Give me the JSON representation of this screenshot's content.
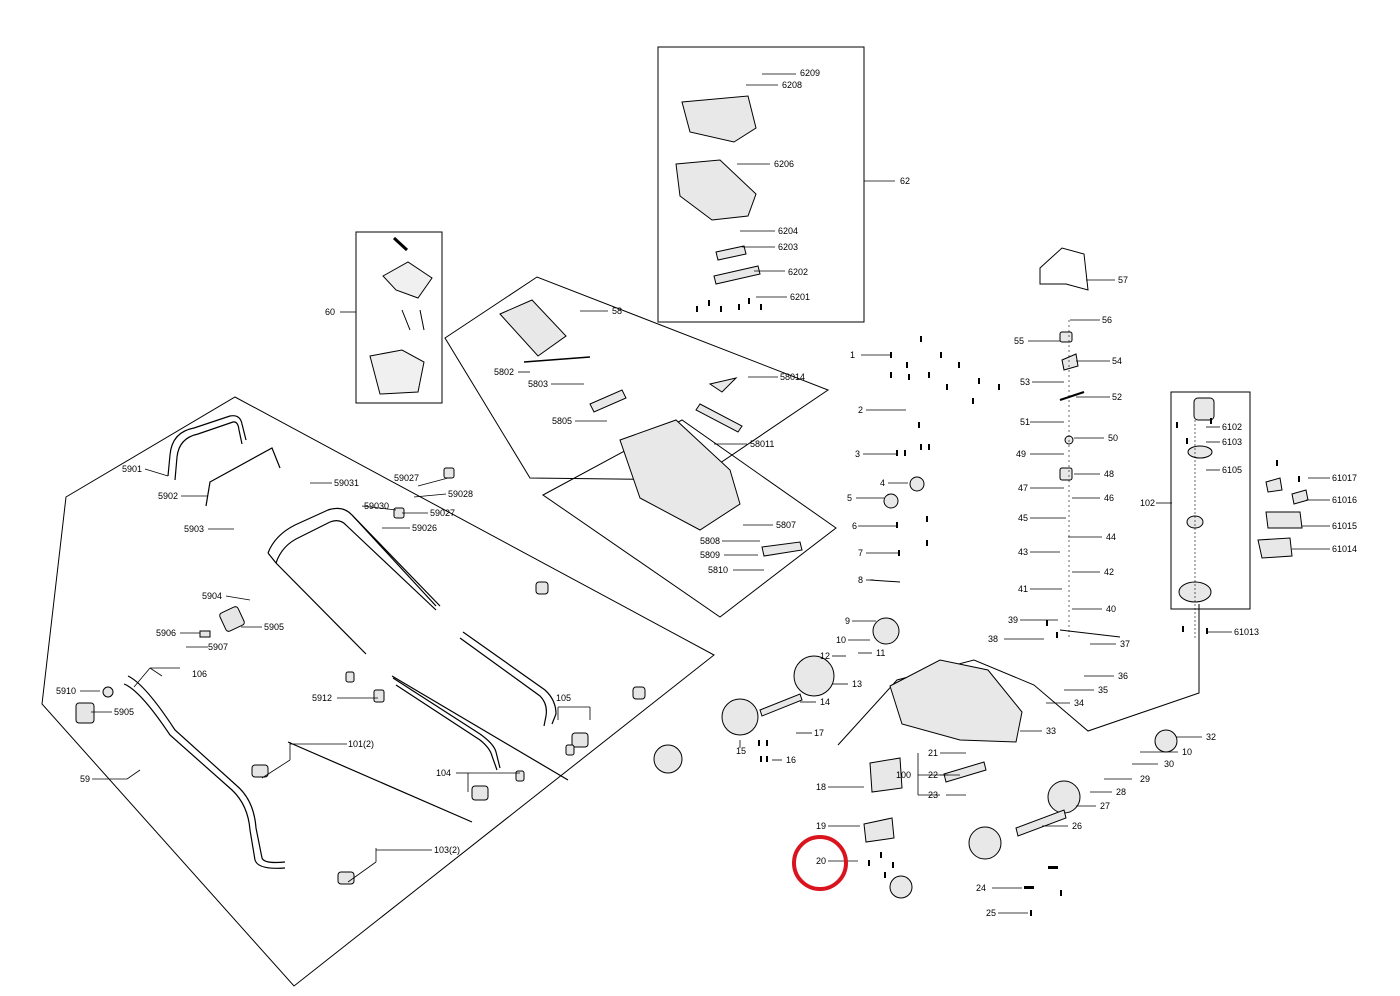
{
  "callouts": {
    "c6209": "6209",
    "c6208": "6208",
    "c6206": "6206",
    "c6204": "6204",
    "c6203": "6203",
    "c6202": "6202",
    "c6201": "6201",
    "c62": "62",
    "c57": "57",
    "c60": "60",
    "c58": "58",
    "c5802": "5802",
    "c5803": "5803",
    "c58014": "58014",
    "c5805": "5805",
    "c58011": "58011",
    "c5807": "5807",
    "c5808": "5808",
    "c5809": "5809",
    "c5810": "5810",
    "c5901": "5901",
    "c5902": "5902",
    "c5903": "5903",
    "c59031": "59031",
    "c59027a": "59027",
    "c59028": "59028",
    "c59030": "59030",
    "c59027b": "59027",
    "c59026": "59026",
    "c5904": "5904",
    "c5905a": "5905",
    "c5906": "5906",
    "c5907": "5907",
    "c106": "106",
    "c5910": "5910",
    "c5905b": "5905",
    "c5912": "5912",
    "c105": "105",
    "c101": "101(2)",
    "c104": "104",
    "c103": "103(2)",
    "c59": "59",
    "c1": "1",
    "c2": "2",
    "c3": "3",
    "c4": "4",
    "c5": "5",
    "c6": "6",
    "c7": "7",
    "c8": "8",
    "c9": "9",
    "c10a": "10",
    "c11": "11",
    "c12": "12",
    "c13": "13",
    "c14": "14",
    "c15": "15",
    "c16": "16",
    "c17": "17",
    "c18": "18",
    "c19": "19",
    "c20": "20",
    "c21": "21",
    "c22": "22",
    "c23": "23",
    "c100": "100",
    "c24": "24",
    "c25": "25",
    "c26": "26",
    "c27": "27",
    "c28": "28",
    "c29": "29",
    "c30": "30",
    "c10b": "10",
    "c32": "32",
    "c33": "33",
    "c34": "34",
    "c35": "35",
    "c36": "36",
    "c37": "37",
    "c38": "38",
    "c39": "39",
    "c40": "40",
    "c41": "41",
    "c42": "42",
    "c43": "43",
    "c44": "44",
    "c45": "45",
    "c46": "46",
    "c47": "47",
    "c48": "48",
    "c49": "49",
    "c50": "50",
    "c51": "51",
    "c52": "52",
    "c53": "53",
    "c54": "54",
    "c55": "55",
    "c56": "56",
    "c102": "102",
    "c6102": "6102",
    "c6103": "6103",
    "c6105": "6105",
    "c61017": "61017",
    "c61016": "61016",
    "c61015": "61015",
    "c61014": "61014",
    "c61013": "61013"
  },
  "colors": {
    "ink": "#000000",
    "highlight": "#d9141e",
    "paper": "#ffffff",
    "part_fill": "#e6e6e6"
  }
}
